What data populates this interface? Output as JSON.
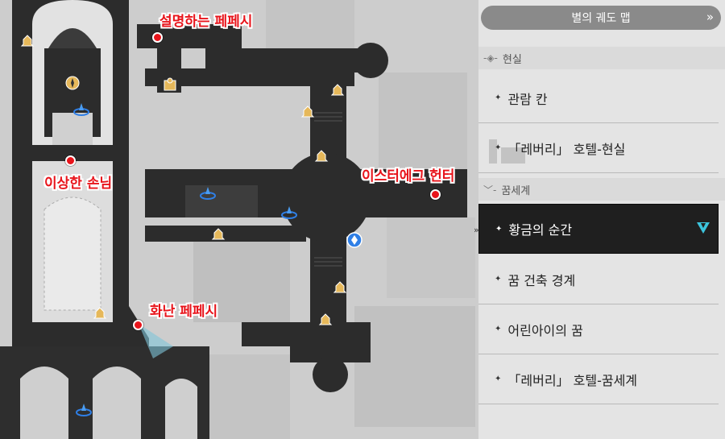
{
  "map": {
    "labels": [
      {
        "id": "explaining-pepe",
        "text": "설명하는 페페시"
      },
      {
        "id": "strange-guest",
        "text": "이상한 손님"
      },
      {
        "id": "easter-egg-hunter",
        "text": "이스터에그 헌터"
      },
      {
        "id": "angry-pepe",
        "text": "화난 페페시"
      }
    ]
  },
  "panel": {
    "title": "별의 궤도 맵",
    "title_chevron": "»",
    "sections": [
      {
        "label": "현실",
        "icon": "eye-icon",
        "items": [
          {
            "label": "관람 칸"
          },
          {
            "label": "「레버리」 호텔-현실"
          }
        ]
      },
      {
        "label": "꿈세계",
        "icon": "closed-eye-icon",
        "items": [
          {
            "label": "황금의 순간",
            "selected": true
          },
          {
            "label": "꿈 건축 경계"
          },
          {
            "label": "어린아이의 꿈"
          },
          {
            "label": "「레버리」 호텔-꿈세계"
          }
        ]
      }
    ]
  },
  "colors": {
    "marker": "#e8141b",
    "selected_bg": "#1f1f1f",
    "accent_check": "#3cc4dc",
    "map_path": "#2c2c2c",
    "map_bg": "#cfcfcf"
  }
}
